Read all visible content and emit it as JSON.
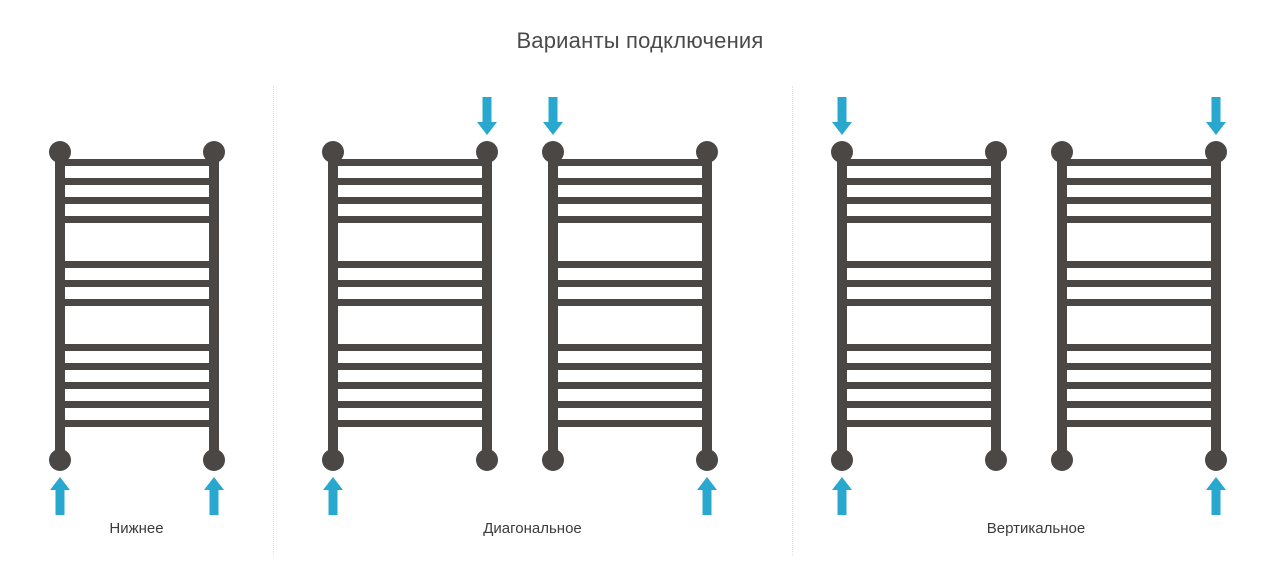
{
  "page": {
    "title": "Варианты подключения",
    "background_color": "#ffffff",
    "title_color": "#4a4a4a"
  },
  "colors": {
    "radiator": "#4b4745",
    "arrow": "#29a8cf",
    "divider": "#e0e0e0",
    "label": "#3b3b3b"
  },
  "radiator_spec": {
    "rung_count": 12,
    "rung_groups": [
      4,
      3,
      5
    ],
    "gap_count": 2,
    "post_count": 2,
    "knob_count": 4
  },
  "sections": [
    {
      "id": "nizhnee",
      "label": "Нижнее",
      "radiators": [
        {
          "id": "nizhnee-r1",
          "arrows": [
            {
              "name": "arrow-up-left",
              "direction": "up",
              "side": "left"
            },
            {
              "name": "arrow-up-right",
              "direction": "up",
              "side": "right"
            }
          ]
        }
      ]
    },
    {
      "id": "diagonal",
      "label": "Диагональное",
      "radiators": [
        {
          "id": "diagonal-r1",
          "arrows": [
            {
              "name": "arrow-down-right",
              "direction": "down",
              "side": "right"
            },
            {
              "name": "arrow-up-left",
              "direction": "up",
              "side": "left"
            }
          ]
        },
        {
          "id": "diagonal-r2",
          "arrows": [
            {
              "name": "arrow-down-left",
              "direction": "down",
              "side": "left"
            },
            {
              "name": "arrow-up-right",
              "direction": "up",
              "side": "right"
            }
          ]
        }
      ]
    },
    {
      "id": "vertical",
      "label": "Вертикальное",
      "radiators": [
        {
          "id": "vertical-r1",
          "arrows": [
            {
              "name": "arrow-down-left",
              "direction": "down",
              "side": "left"
            },
            {
              "name": "arrow-up-left",
              "direction": "up",
              "side": "left"
            }
          ]
        },
        {
          "id": "vertical-r2",
          "arrows": [
            {
              "name": "arrow-down-right",
              "direction": "down",
              "side": "right"
            },
            {
              "name": "arrow-up-right",
              "direction": "up",
              "side": "right"
            }
          ]
        }
      ]
    }
  ]
}
